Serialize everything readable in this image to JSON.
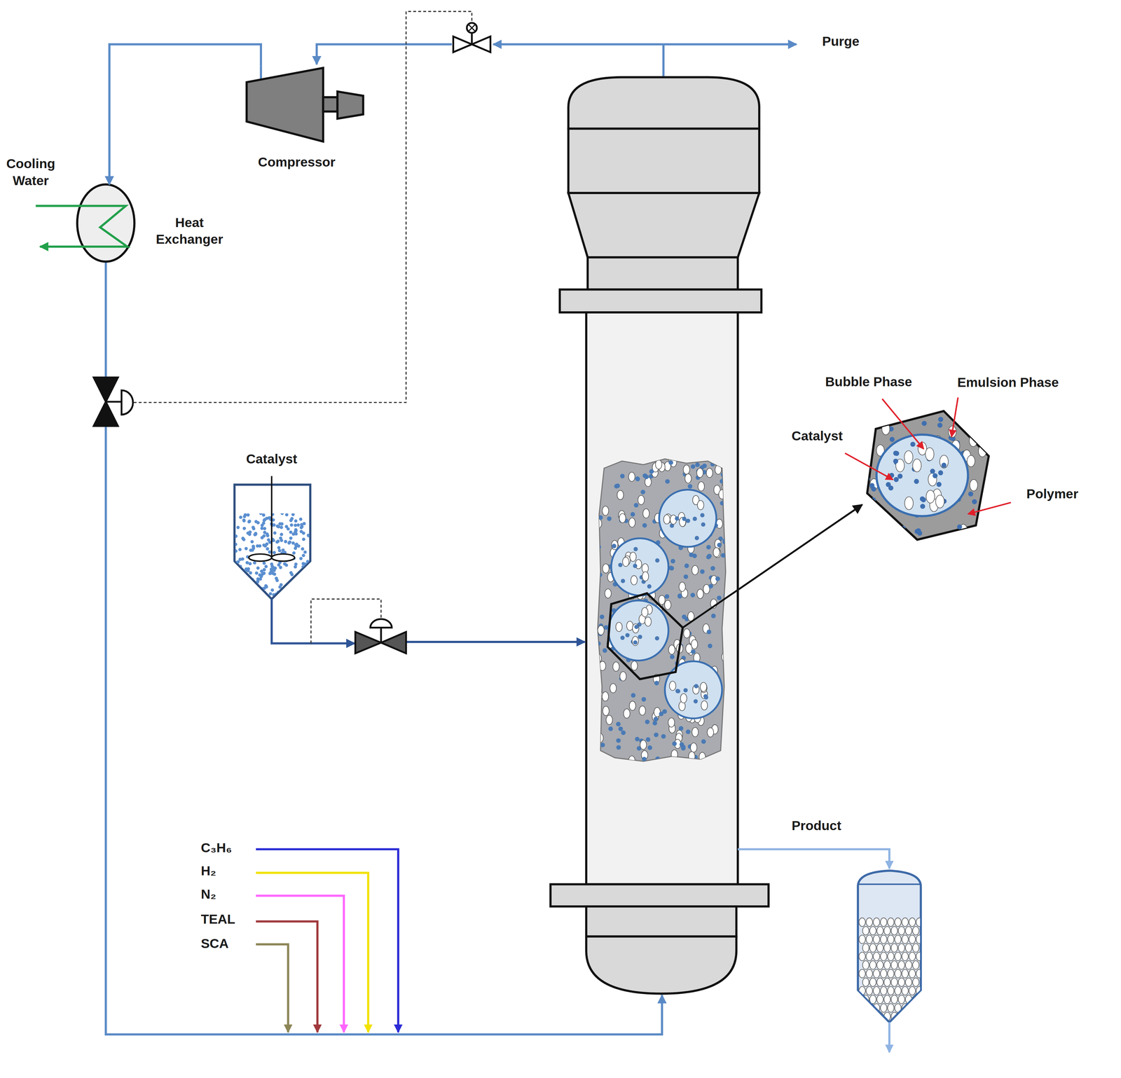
{
  "diagram": {
    "nodes": [
      {
        "text": [
          "Compressor"
        ]
      },
      {
        "text": [
          "Heat Exchanger"
        ]
      },
      {
        "text": [
          "Catalyst"
        ]
      }
    ],
    "edges": [
      {
        "from": 0,
        "to": 1,
        "arrow": "to"
      }
    ],
    "labels": [
      "Purge",
      "Cooling Water",
      "Bubble Phase",
      "Emulsion Phase",
      "Catalyst",
      "Polymer",
      "Product",
      "C₃H₆",
      "H₂",
      "N₂",
      "TEAL",
      "SCA"
    ]
  }
}
